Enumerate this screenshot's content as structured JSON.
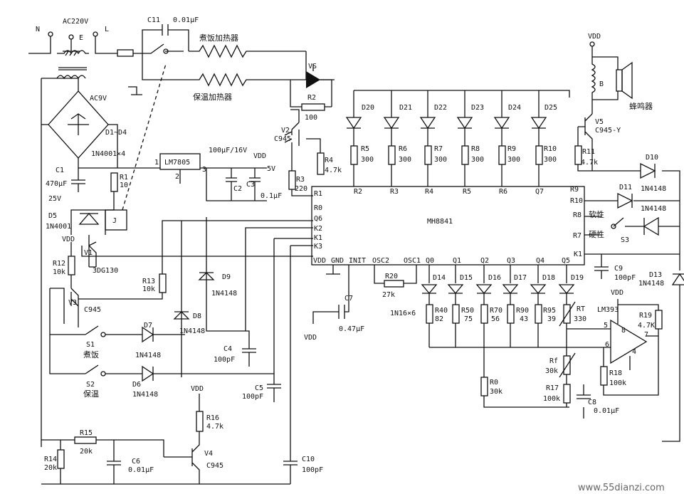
{
  "mains": {
    "supply": "AC220V",
    "n": "N",
    "e": "E",
    "l": "L"
  },
  "c11": {
    "name": "C11",
    "value": "0.01μF"
  },
  "heaters": {
    "cook": "煮饭加热器",
    "warm": "保温加热器"
  },
  "triac": {
    "name": "VS"
  },
  "r2": {
    "name": "R2",
    "value": "100"
  },
  "xfmr": {
    "out": "AC9V"
  },
  "bridge": {
    "name": "D1~D4",
    "part": "1N4001×4"
  },
  "reg": {
    "name": "LM7805",
    "pin1": "1",
    "pin2": "2",
    "pin3": "3",
    "out": "5V"
  },
  "c2c3": {
    "c2": "C2",
    "c3": "C3",
    "c2v": "100μF/16V",
    "c3v": "0.1μF",
    "vdd": "VDD"
  },
  "c1": {
    "name": "C1",
    "value": "470μF",
    "voltage": "25V"
  },
  "r1": {
    "name": "R1",
    "value": "10"
  },
  "d5": {
    "name": "D5",
    "part": "1N4001"
  },
  "relay": {
    "name": "J"
  },
  "v1": {
    "name": "V1",
    "part": "3DG130"
  },
  "v2": {
    "name": "V2",
    "part": "C945"
  },
  "r3": {
    "name": "R3",
    "value": "220"
  },
  "r4": {
    "name": "R4",
    "value": "4.7k"
  },
  "r12": {
    "name": "R12",
    "value": "10k",
    "vdd": "VDD"
  },
  "v3": {
    "name": "V3",
    "part": "C945"
  },
  "r13": {
    "name": "R13",
    "value": "10k"
  },
  "d9": {
    "name": "D9",
    "part": "1N4148"
  },
  "d8": {
    "name": "D8",
    "part": "1N4148"
  },
  "s1": {
    "name": "S1",
    "label": "煮饭"
  },
  "s2": {
    "name": "S2",
    "label": "保温"
  },
  "d7": {
    "name": "D7",
    "part": "1N4148"
  },
  "d6": {
    "name": "D6",
    "part": "1N4148"
  },
  "c4": {
    "name": "C4",
    "value": "100pF"
  },
  "c5": {
    "name": "C5",
    "value": "100pF"
  },
  "r16": {
    "name": "R16",
    "value": "4.7k",
    "vdd": "VDD"
  },
  "v4": {
    "name": "V4",
    "part": "C945"
  },
  "r15": {
    "name": "R15",
    "value": "20k"
  },
  "r14": {
    "name": "R14",
    "value": "20k"
  },
  "c6": {
    "name": "C6",
    "value": "0.01μF"
  },
  "c10": {
    "name": "C10",
    "value": "100pF"
  },
  "ic": {
    "name": "MH8841",
    "left_pins": [
      "R1",
      "R0",
      "Q6",
      "K2",
      "K1",
      "K3",
      "VDD"
    ],
    "top_pins": [
      "R2",
      "R3",
      "R4",
      "R5",
      "R6",
      "Q7",
      "R9"
    ],
    "bottom_pins": [
      "GND",
      "INIT",
      "OSC2",
      "OSC1",
      "Q0",
      "Q1",
      "Q2",
      "Q3",
      "Q4",
      "Q5"
    ],
    "right_pins": [
      "R10",
      "R8",
      "R7",
      "K1"
    ]
  },
  "leds": {
    "names": [
      "D20",
      "D21",
      "D22",
      "D23",
      "D24",
      "D25"
    ],
    "resistors": [
      "R5",
      "R6",
      "R7",
      "R8",
      "R9",
      "R10"
    ],
    "values": [
      "300",
      "300",
      "300",
      "300",
      "300",
      "300"
    ]
  },
  "r20": {
    "name": "R20",
    "value": "27k"
  },
  "c7": {
    "name": "C7",
    "value": "0.47μF",
    "vdd": "VDD"
  },
  "q_diodes": {
    "names": [
      "D14",
      "D15",
      "D16",
      "D17",
      "D18",
      "D19"
    ],
    "part": "1N16×6",
    "resistors": [
      "R40",
      "R50",
      "R70",
      "R90",
      "R95",
      "RT"
    ],
    "values": [
      "82",
      "75",
      "56",
      "43",
      "39",
      "330"
    ]
  },
  "r0": {
    "name": "R0",
    "value": "30k"
  },
  "rf": {
    "name": "Rf",
    "value": "30k"
  },
  "r17": {
    "name": "R17",
    "value": "100k"
  },
  "c8": {
    "name": "C8",
    "value": "0.01μF"
  },
  "r18": {
    "name": "R18",
    "value": "100k"
  },
  "r19": {
    "name": "R19",
    "value": "4.7K"
  },
  "lm393": {
    "name": "LM393",
    "vdd": "VDD",
    "p8": "8",
    "p5": "5",
    "p6": "6",
    "p7": "7",
    "p4": "4"
  },
  "buzzer": {
    "vdd": "VDD",
    "coil": "B",
    "label": "蜂鸣器"
  },
  "v5": {
    "name": "V5",
    "part": "C945-Y"
  },
  "r11": {
    "name": "R11",
    "value": "4.7k"
  },
  "d10": {
    "name": "D10",
    "part": "1N4148"
  },
  "d11": {
    "name": "D11",
    "part": "1N4148"
  },
  "d13": {
    "name": "D13",
    "part": "1N4148"
  },
  "s3": {
    "name": "S3",
    "soft": "软性",
    "hard": "硬性"
  },
  "c9": {
    "name": "C9",
    "value": "100pF"
  },
  "watermark": "www.55dianzi.com"
}
